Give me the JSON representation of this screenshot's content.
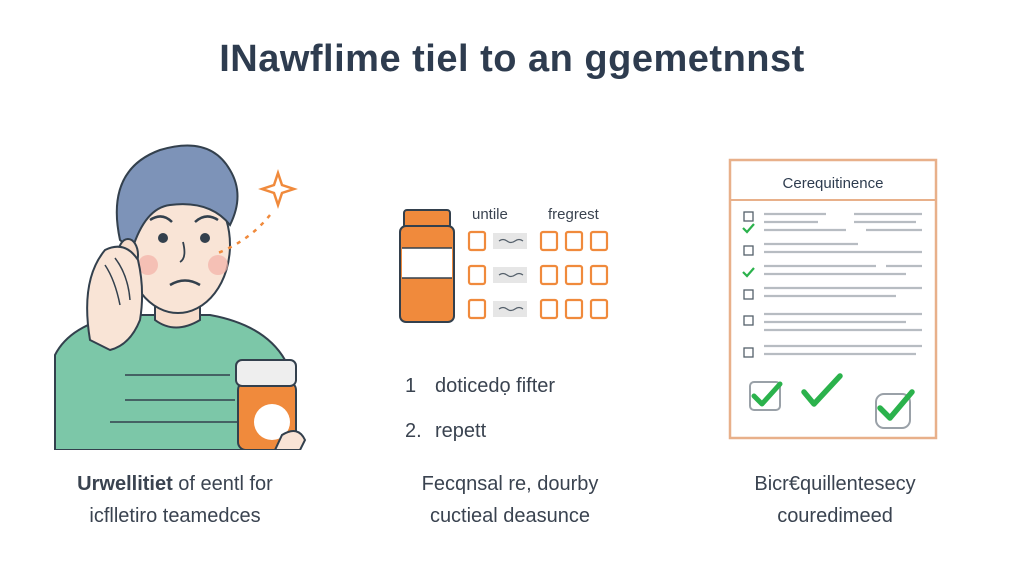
{
  "header": {
    "title": "INawflime tiel to an ggemetnnst"
  },
  "panel_left": {
    "caption_line1_bold": "Urwellitiet",
    "caption_line1_rest": " of eentl for",
    "caption_line2": "icflletiro teamedces"
  },
  "panel_middle": {
    "column_headers": [
      "untile",
      "fregrest"
    ],
    "list": [
      {
        "number": "1",
        "text": "doticedọ fifter"
      },
      {
        "number": "2.",
        "text": "repett"
      }
    ],
    "caption_line1": "Fecqnsal re, dourby",
    "caption_line2": "cuctieal deasunce"
  },
  "panel_right": {
    "document_title": "Cerequitinence",
    "caption_line1": "Bicr€quillentesecy",
    "caption_line2": "couredimeed"
  },
  "colors": {
    "accent_orange": "#f08a3c",
    "check_green": "#2bb24c",
    "shirt_teal": "#7cc7a8",
    "hair_blue": "#7d93b8",
    "doc_border": "#e8b08a"
  }
}
